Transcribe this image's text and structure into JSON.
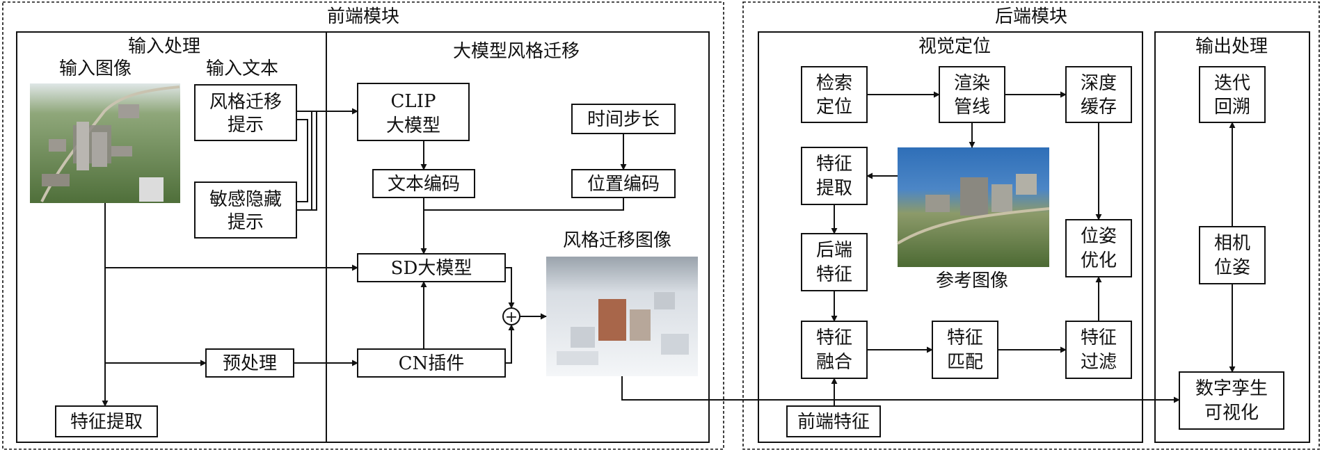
{
  "front_module": {
    "title": "前端模块",
    "input_processing": {
      "title": "输入处理",
      "input_image_label": "输入图像",
      "input_text_label": "输入文本",
      "style_prompt": [
        "风格迁移",
        "提示"
      ],
      "hide_prompt": [
        "敏感隐藏",
        "提示"
      ],
      "preprocess": "预处理",
      "feature_extract": "特征提取"
    },
    "style_transfer": {
      "title": "大模型风格迁移",
      "clip": [
        "CLIP",
        "大模型"
      ],
      "timestep": "时间步长",
      "text_encoding": "文本编码",
      "position_encoding": "位置编码",
      "sd_model": "SD大模型",
      "cn_plugin": "CN插件",
      "output_label": "风格迁移图像",
      "combine_symbol": "+"
    }
  },
  "back_module": {
    "title": "后端模块",
    "visual_localization": {
      "title": "视觉定位",
      "retrieval": [
        "检索",
        "定位"
      ],
      "render_pipeline": [
        "渲染",
        "管线"
      ],
      "depth_cache": [
        "深度",
        "缓存"
      ],
      "feature_extract": [
        "特征",
        "提取"
      ],
      "backend_feature": [
        "后端",
        "特征"
      ],
      "feature_fusion": [
        "特征",
        "融合"
      ],
      "feature_match": [
        "特征",
        "匹配"
      ],
      "feature_filter": [
        "特征",
        "过滤"
      ],
      "pose_opt": [
        "位姿",
        "优化"
      ],
      "reference_label": "参考图像",
      "front_feature": "前端特征"
    },
    "output_processing": {
      "title": "输出处理",
      "iterative": [
        "迭代",
        "回溯"
      ],
      "camera_pose": [
        "相机",
        "位姿"
      ],
      "digital_twin": [
        "数字孪生",
        "可视化"
      ]
    }
  },
  "colors": {
    "line": "#111111",
    "aerial_green": "#6f8f4e",
    "snow": "#e9edf2",
    "sky_blue": "#3f7fc4"
  }
}
